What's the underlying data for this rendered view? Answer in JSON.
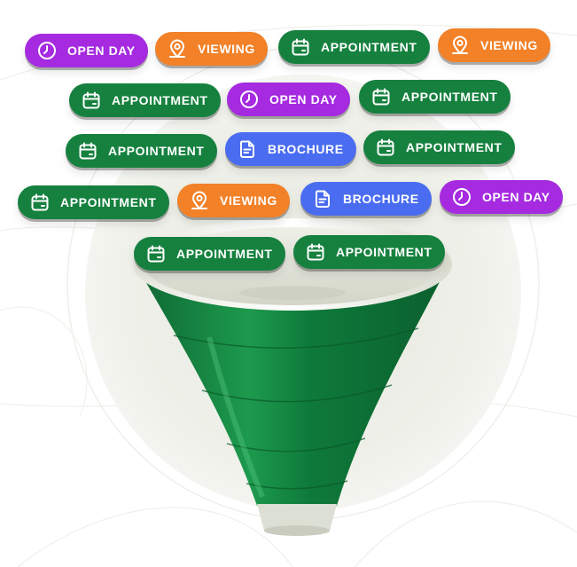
{
  "colors": {
    "appointment": "#16813f",
    "open_day": "#a52ae0",
    "viewing": "#f28128",
    "brochure": "#4a6cf0",
    "funnel": "#1d8a45",
    "halo": "#ecede6"
  },
  "pills": [
    {
      "type": "open_day",
      "label": "OPEN DAY",
      "icon": "clock-icon"
    },
    {
      "type": "viewing",
      "label": "VIEWING",
      "icon": "location-pin-icon"
    },
    {
      "type": "appointment",
      "label": "APPOINTMENT",
      "icon": "calendar-icon"
    },
    {
      "type": "viewing",
      "label": "VIEWING",
      "icon": "location-pin-icon"
    },
    {
      "type": "appointment",
      "label": "APPOINTMENT",
      "icon": "calendar-icon"
    },
    {
      "type": "open_day",
      "label": "OPEN DAY",
      "icon": "clock-icon"
    },
    {
      "type": "appointment",
      "label": "APPOINTMENT",
      "icon": "calendar-icon"
    },
    {
      "type": "appointment",
      "label": "APPOINTMENT",
      "icon": "calendar-icon"
    },
    {
      "type": "brochure",
      "label": "BROCHURE",
      "icon": "document-icon"
    },
    {
      "type": "appointment",
      "label": "APPOINTMENT",
      "icon": "calendar-icon"
    },
    {
      "type": "appointment",
      "label": "APPOINTMENT",
      "icon": "calendar-icon"
    },
    {
      "type": "viewing",
      "label": "VIEWING",
      "icon": "location-pin-icon"
    },
    {
      "type": "brochure",
      "label": "BROCHURE",
      "icon": "document-icon"
    },
    {
      "type": "open_day",
      "label": "OPEN DAY",
      "icon": "clock-icon"
    },
    {
      "type": "appointment",
      "label": "APPOINTMENT",
      "icon": "calendar-icon"
    },
    {
      "type": "appointment",
      "label": "APPOINTMENT",
      "icon": "calendar-icon"
    }
  ]
}
